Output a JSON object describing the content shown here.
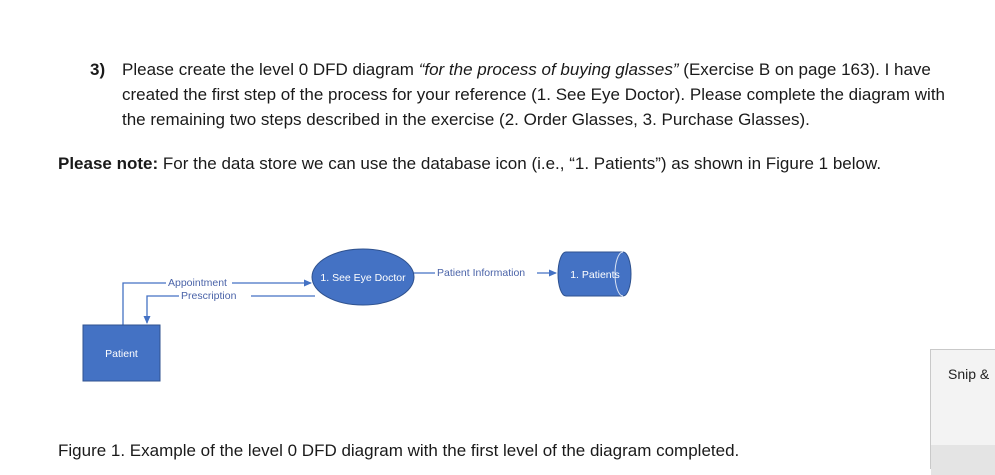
{
  "question": {
    "number": "3)",
    "line1_before": "Please create the level 0 DFD diagram ",
    "line1_italic": "“for the process of buying glasses”",
    "line1_after": " (Exercise B on page 163). I have created the first step of the process for your reference (1. See Eye Doctor). Please complete the diagram with the remaining two steps described in the exercise (2. Order Glasses, 3. Purchase Glasses)."
  },
  "note": {
    "label": "Please note:",
    "text": " For the data store we can use the database icon (i.e., “1. Patients”) as shown in Figure 1 below."
  },
  "diagram": {
    "entity": "Patient",
    "process": "1. See Eye Doctor",
    "data_store": "1. Patients",
    "flows": {
      "appointment": "Appointment",
      "prescription": "Prescription",
      "patient_information": "Patient Information"
    },
    "colors": {
      "shape_fill": "#4472c4",
      "shape_stroke": "#2f528f",
      "flow_line": "#4472c4"
    }
  },
  "caption": "Figure 1. Example of the level 0 DFD diagram with the first level of the diagram completed.",
  "snip_tool": {
    "label": "Snip &"
  }
}
